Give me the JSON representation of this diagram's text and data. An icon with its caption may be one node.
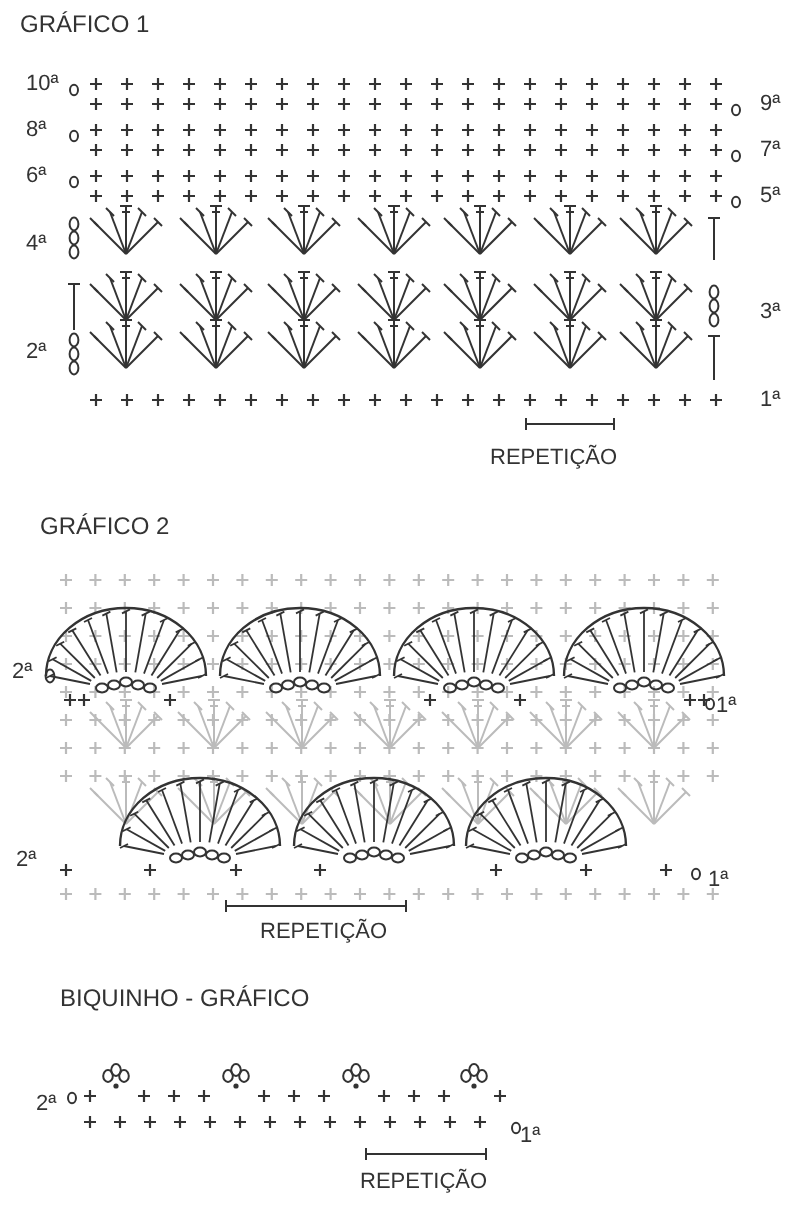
{
  "diagram": {
    "labels": [
      "GRÁFICO 1",
      "10ª",
      "9ª",
      "8ª",
      "7ª",
      "6ª",
      "5ª",
      "4ª",
      "3ª",
      "2ª",
      "1ª",
      "REPETIÇÃO",
      "GRÁFICO 2",
      "2ª",
      "1ª",
      "2ª",
      "1ª",
      "REPETIÇÃO",
      "BIQUINHO - GRÁFICO",
      "2ª",
      "1ª",
      "REPETIÇÃO"
    ]
  }
}
